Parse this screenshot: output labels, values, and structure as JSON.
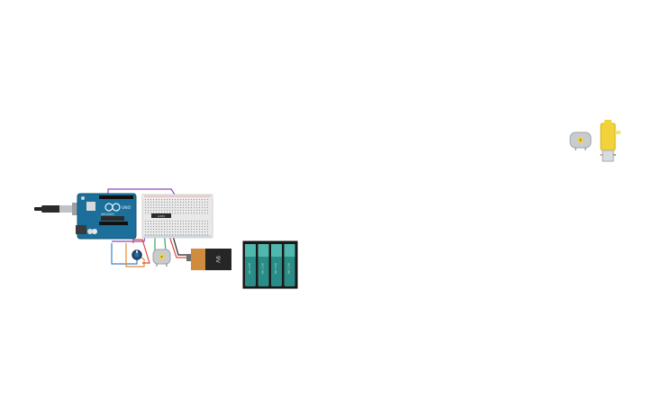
{
  "workspace": {
    "background": "#ffffff"
  },
  "arduino": {
    "logo_text": "UNO",
    "brand_text": "ARDUINO",
    "board_color": "#1b6f9a"
  },
  "breadboard": {
    "chip_label": "L293D"
  },
  "battery_9v": {
    "label": "9V",
    "body_color": "#262626",
    "cap_color": "#d08b3c"
  },
  "battery_pack": {
    "cell_label": "AA 1.5V",
    "cell_count": 4,
    "cell_color": "#2a8c86"
  },
  "motors": {
    "dc_motor_color": "#c9ccce",
    "gear_motor_color": "#f2d23a"
  },
  "wire_colors": {
    "red": "#e0483e",
    "blue": "#3b83c6",
    "purple": "#8b4ab8",
    "green": "#3aa55a",
    "orange": "#e58a2d",
    "black": "#222222"
  }
}
